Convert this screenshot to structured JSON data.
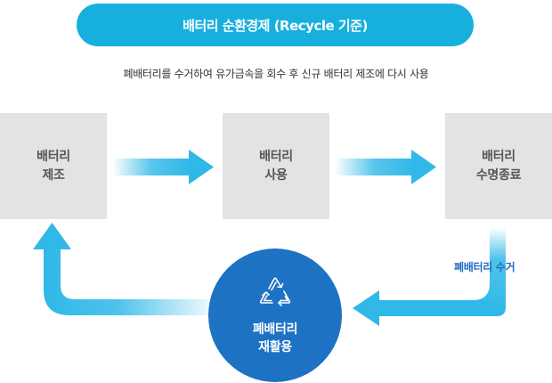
{
  "title": "배터리 순환경제 (Recycle 기준)",
  "subtitle": "폐배터리를 수거하여 유가금속을 회수 후 신규 배터리 제조에 다시 사용",
  "boxes": [
    {
      "label": "배터리\n제조"
    },
    {
      "label": "배터리\n사용"
    },
    {
      "label": "배터리\n수명종료"
    }
  ],
  "collect_label": "폐배터리 수거",
  "center": {
    "label": "폐배터리\n재활용",
    "icon": "recycle-icon"
  },
  "colors": {
    "title_bg": "#17b0de",
    "box_bg": "#e3e3e3",
    "box_text": "#555555",
    "arrow": "#2fb8e8",
    "circle": "#1d72c4",
    "collect_text": "#1d6dc2"
  }
}
